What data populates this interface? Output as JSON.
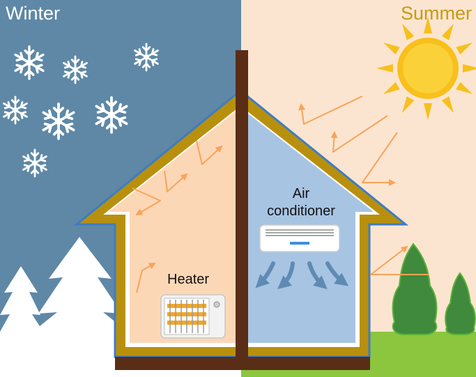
{
  "seasons": {
    "winter_label": "Winter",
    "summer_label": "Summer"
  },
  "appliances": {
    "heater_label": "Heater",
    "ac_label_line1": "Air",
    "ac_label_line2": "conditioner"
  },
  "colors": {
    "winter_sky": "#5e88a6",
    "summer_sky": "#fce5d0",
    "snow": "#ffffff",
    "summer_grass": "#8cc63e",
    "sun": "#f7c01b",
    "insulation": "#b8900e",
    "roof_outline": "#3d7cc4",
    "chimney": "#5a2d16",
    "warm_interior": "#fcd7b6",
    "cool_interior": "#a7c4e3",
    "heat_arrows": "#f7a45a",
    "cool_air": "#5f8bb3",
    "summer_tree": "#3f8a3c",
    "summer_tree_outline": "#5fb03a"
  },
  "icons": [
    "snowflake-icon",
    "sun-icon",
    "heater-icon",
    "air-conditioner-icon",
    "snow-tree-icon",
    "evergreen-tree-icon",
    "heat-arrow-icon",
    "cool-airflow-icon"
  ]
}
